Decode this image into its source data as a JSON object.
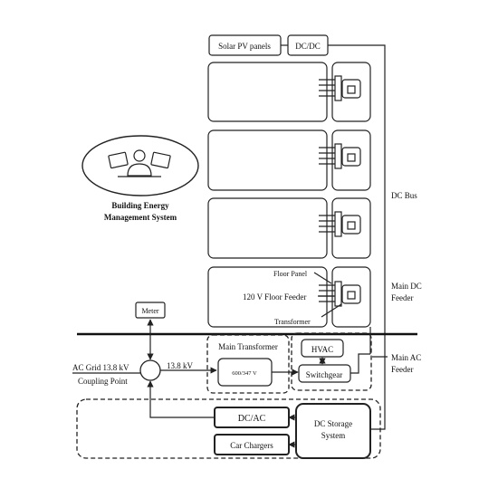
{
  "labels": {
    "solar_pv": "Solar PV panels",
    "dcdc": "DC/DC",
    "dc_bus": "DC Bus",
    "bems_line1": "Building Energy",
    "bems_line2": "Management System",
    "floor_panel": "Floor Panel",
    "floor_feeder": "120 V Floor Feeder",
    "transformer": "Transformer",
    "main_dc_feeder_line1": "Main DC",
    "main_dc_feeder_line2": "Feeder",
    "meter": "Meter",
    "main_transformer": "Main Transformer",
    "voltage_ratio": "600/347 V",
    "hvac": "HVAC",
    "switchgear": "Switchgear",
    "main_ac_feeder_line1": "Main AC",
    "main_ac_feeder_line2": "Feeder",
    "ac_grid": "AC Grid 13.8 kV",
    "coupling_point": "Coupling Point",
    "voltage_13_8": "13.8 kV",
    "dcac": "DC/AC",
    "car_chargers": "Car Chargers",
    "dc_storage_line1": "DC Storage",
    "dc_storage_line2": "System"
  },
  "icons": {
    "bems": "operator-at-monitors-icon",
    "floor_unit": "floor-panel-transformer-icon"
  }
}
